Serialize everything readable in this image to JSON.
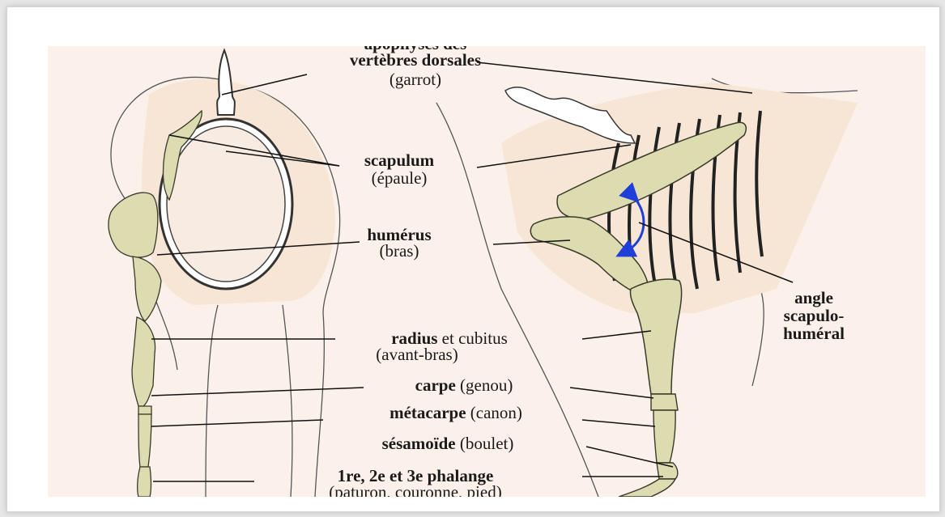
{
  "diagram": {
    "labels": {
      "apophyses_top": "apophyses des",
      "vertebres": "vertèbres dorsales",
      "garrot": "(garrot)",
      "scapulum": "scapulum",
      "epaule": "(épaule)",
      "humerus": "humérus",
      "bras": "(bras)",
      "radius": "radius",
      "et_cubitus": " et cubitus",
      "avant_bras": "(avant-bras)",
      "carpe": "carpe",
      "genou": " (genou)",
      "metacarpe": "métacarpe",
      "canon": " (canon)",
      "sesamoide": "sésamoïde",
      "boulet": " (boulet)",
      "phalange_bold": "1re, 2e et 3e phalange",
      "phalange_sub": "(paturon, couronne, pied)",
      "angle_1": "angle",
      "angle_2": "scapulo-",
      "angle_3": "huméral"
    },
    "colors": {
      "bone": "#dcdcb0",
      "bone_outline": "#3a3a2a",
      "background": "#fbf1ea",
      "arrow": "#1f3fd8"
    }
  }
}
